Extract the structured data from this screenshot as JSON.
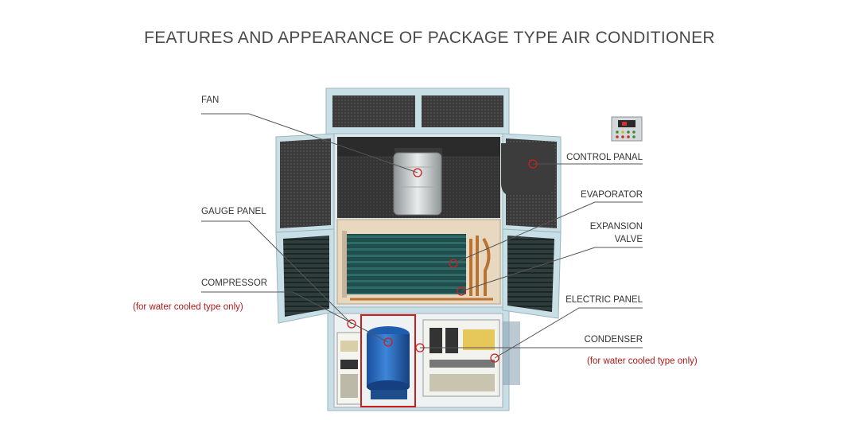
{
  "title": "FEATURES AND APPEARANCE OF PACKAGE TYPE AIR CONDITIONER",
  "labels": {
    "fan": "FAN",
    "gauge_panel": "GAUGE PANEL",
    "compressor": "COMPRESSOR",
    "compressor_note": "(for water cooled type only)",
    "control_panal": "CONTROL PANAL",
    "evaporator": "EVAPORATOR",
    "expansion_valve_line1": "EXPANSION",
    "expansion_valve_line2": "VALVE",
    "electric_panel": "ELECTRIC PANEL",
    "condenser": "CONDENSER",
    "condenser_note": "(for water cooled type only)"
  },
  "colors": {
    "title": "#4a4a4a",
    "label": "#333333",
    "note": "#b01818",
    "marker": "#d21c1c",
    "cabinet": "#c9dfe6",
    "leader": "#555555"
  }
}
